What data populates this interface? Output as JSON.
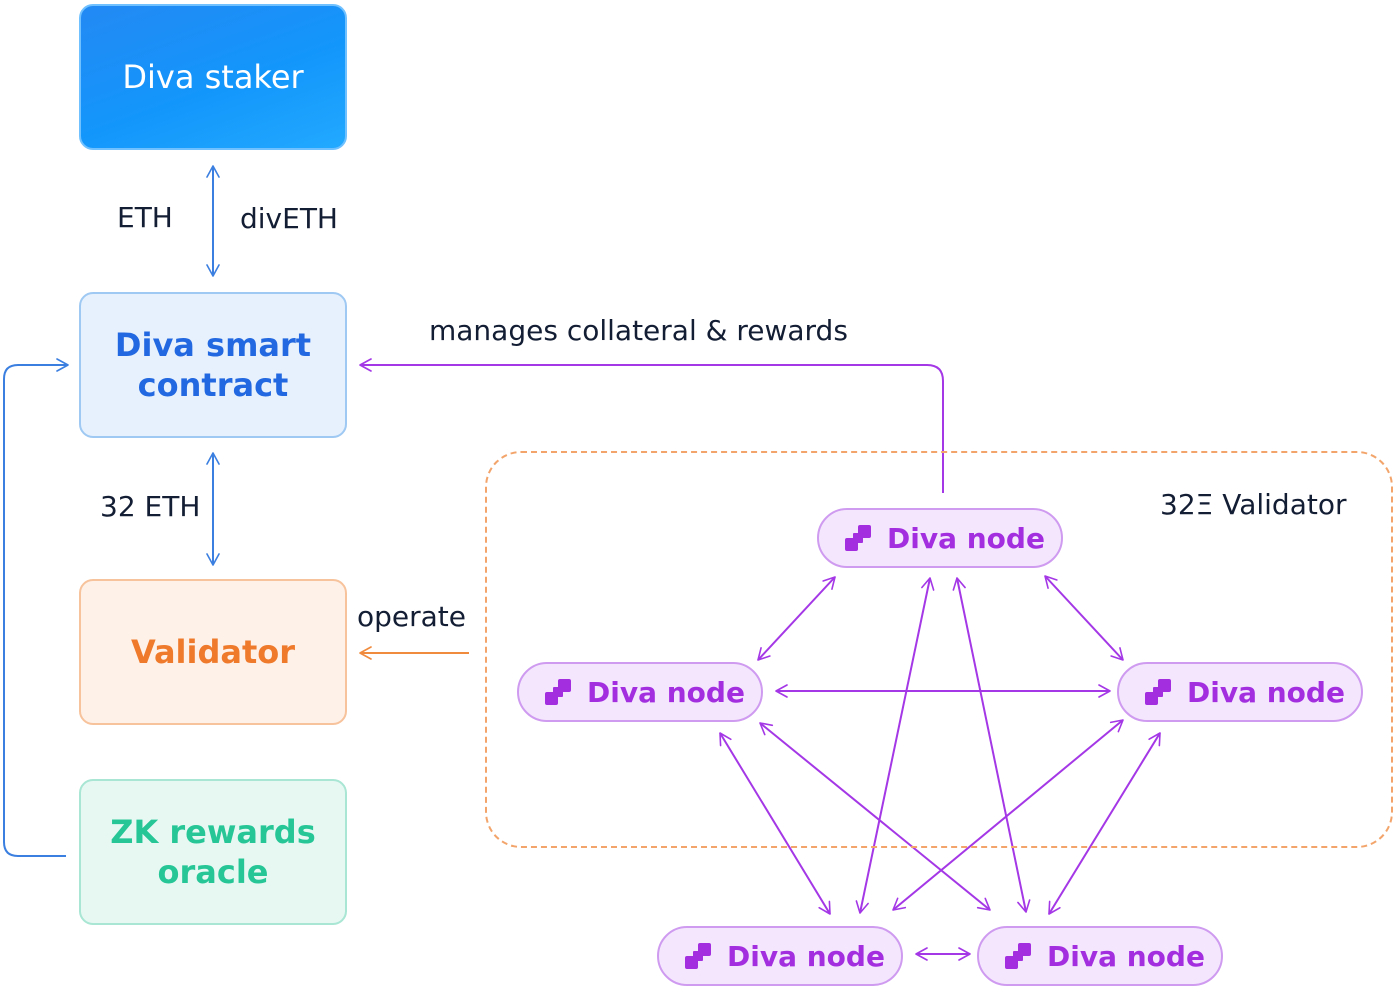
{
  "boxes": {
    "staker": "Diva staker",
    "contract": [
      "Diva smart",
      "contract"
    ],
    "validator": "Validator",
    "oracle": [
      "ZK rewards",
      "oracle"
    ]
  },
  "labels": {
    "eth": "ETH",
    "diveth": "divETH",
    "eth32": "32 ETH",
    "manages": "manages collateral & rewards",
    "operate": "operate",
    "group": "32Ξ Validator"
  },
  "node_label": "Diva node",
  "nodes": [
    "Diva node",
    "Diva node",
    "Diva node",
    "Diva node",
    "Diva node"
  ],
  "colors": {
    "blue_arrow": "#3b7fe0",
    "purple_arrow": "#a437e6",
    "orange_arrow": "#f08a3c",
    "group_border": "#f2a46a",
    "node_text": "#a22ee0",
    "label_text": "#131d33"
  },
  "icons": [
    "diva-logo-icon"
  ]
}
